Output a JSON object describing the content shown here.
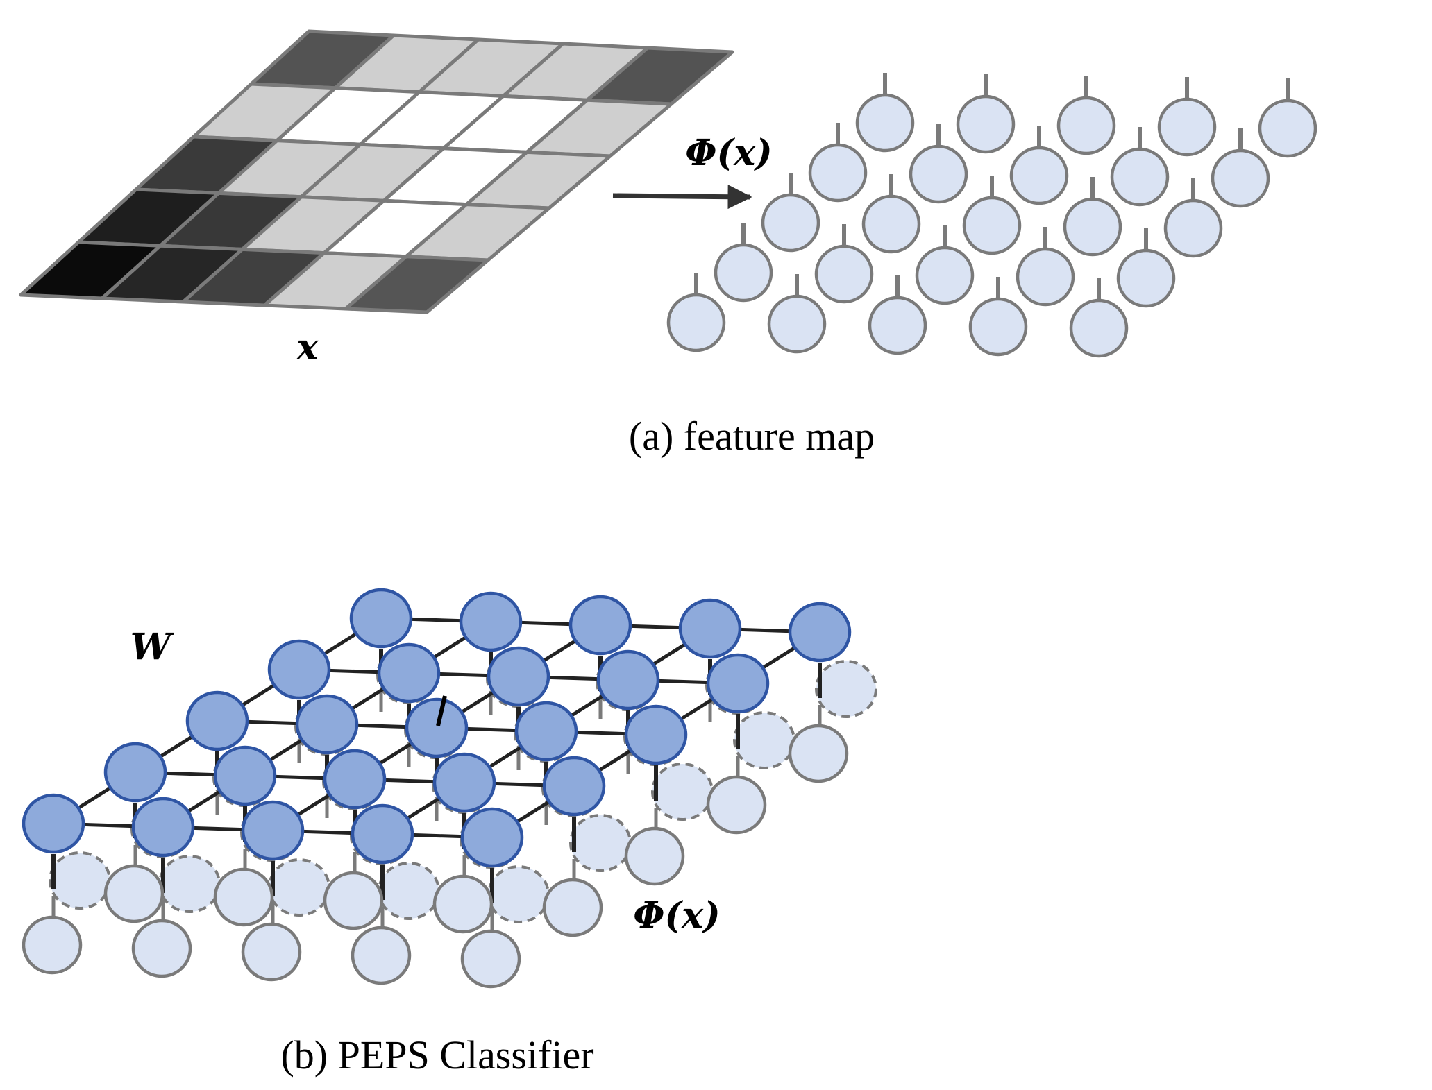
{
  "panel_a": {
    "input_label": "x",
    "arrow_label": "Φ(x)",
    "caption": "(a)  feature map",
    "pixel_gray": [
      [
        "#535353",
        "#cfcfcf",
        "#cfcfcf",
        "#cfcfcf",
        "#535353"
      ],
      [
        "#cfcfcf",
        "#ffffff",
        "#ffffff",
        "#ffffff",
        "#cfcfcf"
      ],
      [
        "#3a3a3a",
        "#cfcfcf",
        "#cfcfcf",
        "#ffffff",
        "#cfcfcf"
      ],
      [
        "#1e1e1e",
        "#383838",
        "#cfcfcf",
        "#ffffff",
        "#cfcfcf"
      ],
      [
        "#0b0b0b",
        "#262626",
        "#404040",
        "#cfcfcf",
        "#555555"
      ]
    ]
  },
  "panel_b": {
    "weight_label": "W",
    "feature_label": "Φ(x)",
    "caption": "(b)  PEPS Classifier"
  },
  "colors": {
    "feature_node_fill": "#dae3f3",
    "feature_node_stroke": "#7a7a7a",
    "tensor_node_fill": "#8eaadb",
    "tensor_node_stroke": "#2f55a4",
    "bond": "#222222",
    "grid_line": "#7a7a7a"
  }
}
